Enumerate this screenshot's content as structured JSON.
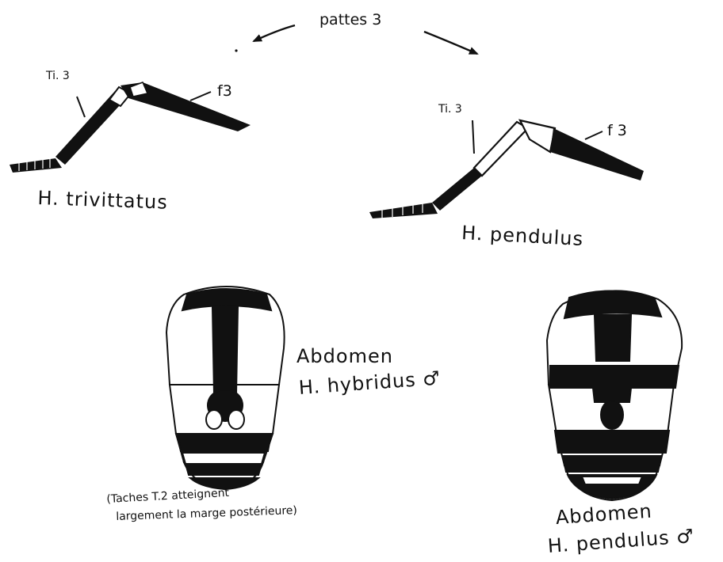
{
  "header": {
    "label": "pattes 3"
  },
  "legs": [
    {
      "species": "H. trivittatus",
      "tibia_label": "Ti. 3",
      "femur_label": "f3"
    },
    {
      "species": "H. pendulus",
      "tibia_label": "Ti. 3",
      "femur_label": "f 3"
    }
  ],
  "abdomens": [
    {
      "title": "Abdomen",
      "species": "H. hybridus ♂",
      "note_line1": "(Taches T.2 atteignent",
      "note_line2": "largement la marge postérieure)"
    },
    {
      "title": "Abdomen",
      "species": "H. pendulus ♂"
    }
  ]
}
